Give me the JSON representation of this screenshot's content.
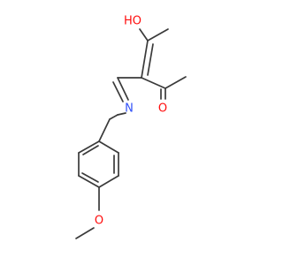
{
  "molecule": {
    "atoms": [
      {
        "id": "o1",
        "symbol": "O",
        "label": "HO",
        "color": "#ff0d0d"
      },
      {
        "id": "o2",
        "symbol": "O",
        "label": "O",
        "color": "#ff0d0d"
      },
      {
        "id": "n1",
        "symbol": "N",
        "label": "N",
        "color": "#3050f8"
      },
      {
        "id": "o3",
        "symbol": "O",
        "label": "O",
        "color": "#ff0d0d"
      }
    ],
    "bond_color": "#3a3a3a",
    "background": "#ffffff"
  }
}
